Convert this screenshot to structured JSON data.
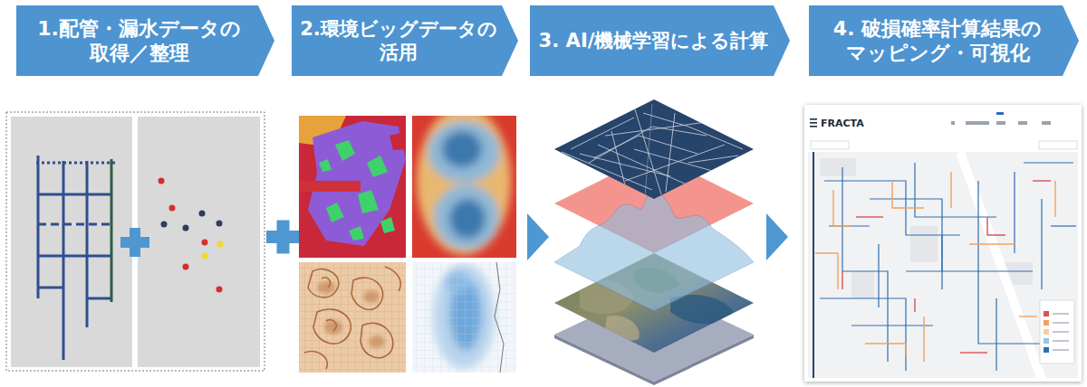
{
  "diagram": {
    "nodes": [
      {
        "text": [
          "1.配管・漏水データの 取得／整理"
        ]
      },
      {
        "text": [
          "2.環境ビッグデータの 活用"
        ]
      },
      {
        "text": [
          "3. AI/機械学習による計算"
        ]
      },
      {
        "text": [
          "4. 破損確率計算結果の マッピング・可視化"
        ]
      }
    ],
    "labels": [
      "FRACTA"
    ]
  }
}
